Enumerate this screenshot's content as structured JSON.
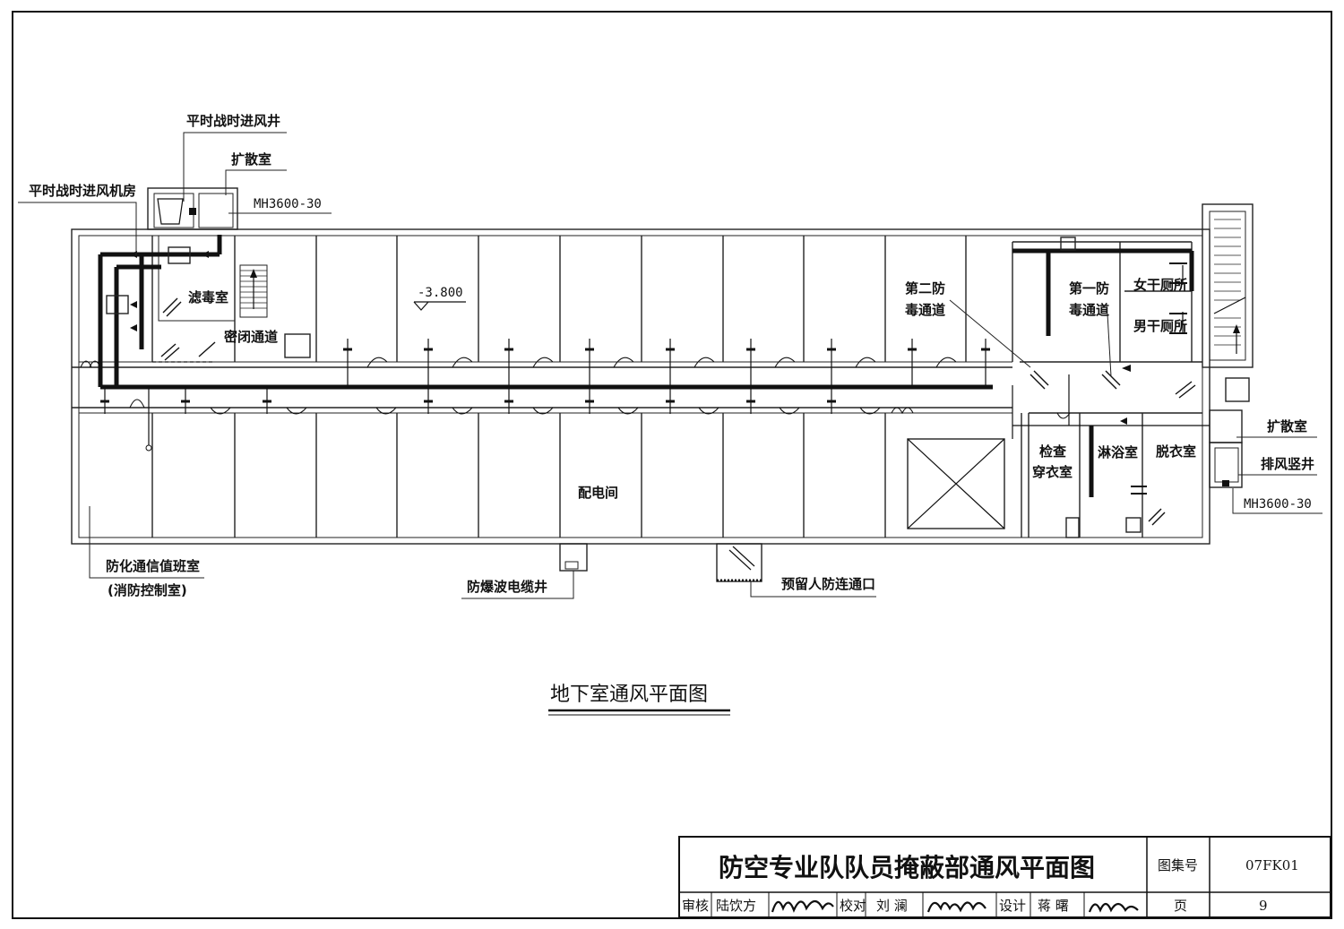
{
  "drawing_title": "地下室通风平面图",
  "elevation": "-3.800",
  "labels": {
    "intake_shaft": "平时战时进风井",
    "expansion_room_top": "扩散室",
    "intake_fan_room": "平时战时进风机房",
    "valve_top": "MH3600-30",
    "filter_room": "滤毒室",
    "airtight_passage": "密闭通道",
    "second_decon_1": "第二防",
    "second_decon_2": "毒通道",
    "first_decon_1": "第一防",
    "first_decon_2": "毒通道",
    "female_toilet": "女干厕所",
    "male_toilet": "男干厕所",
    "expansion_room_right": "扩散室",
    "exhaust_shaft": "排风竖井",
    "valve_right": "MH3600-30",
    "inspect_room_1": "检查",
    "inspect_room_2": "穿衣室",
    "shower_room": "淋浴室",
    "undress_room": "脱衣室",
    "power_room": "配电间",
    "comm_room_1": "防化通信值班室",
    "comm_room_2": "(消防控制室)",
    "cable_shaft": "防爆波电缆井",
    "reserved_passage": "预留人防连通口"
  },
  "title_block": {
    "title": "防空专业队队员掩蔽部通风平面图",
    "atlas_label": "图集号",
    "atlas_no": "07FK01",
    "review_label": "审核",
    "reviewer": "陆饮方",
    "check_label": "校对",
    "checker": "刘  澜",
    "design_label": "设计",
    "designer": "蒋  曙",
    "page_label": "页",
    "page_no": "9"
  }
}
